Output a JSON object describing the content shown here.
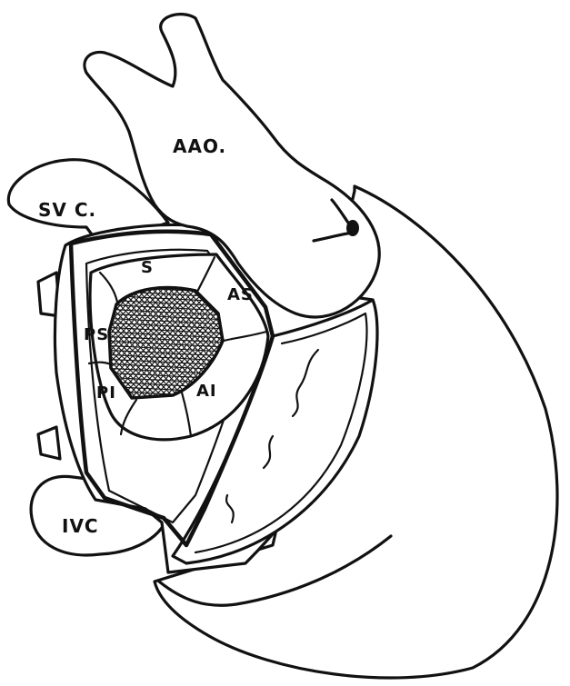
{
  "labels": {
    "aao": "AAO.",
    "svc": "SV C.",
    "ivc": "IVC",
    "s": "S",
    "as": "AS",
    "ps": "PS",
    "pi": "PI",
    "ai": "AI"
  }
}
